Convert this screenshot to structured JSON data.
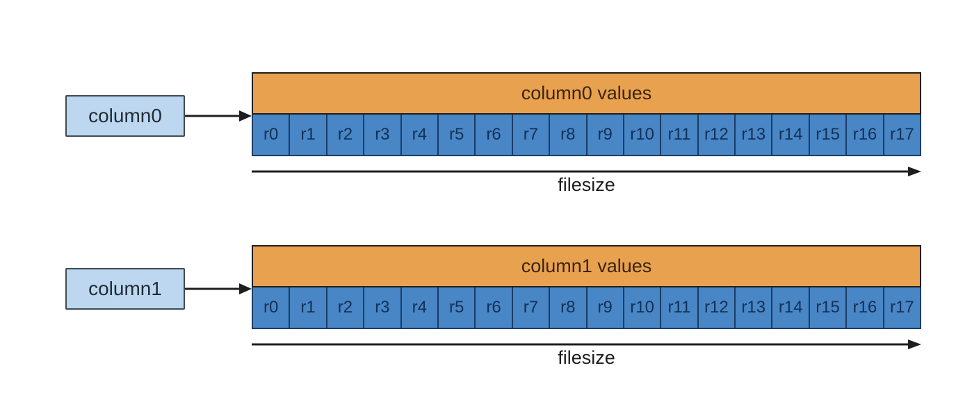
{
  "diagram": {
    "background": "#ffffff",
    "colors": {
      "background": "#ffffff",
      "label_box_fill": "#bdd7f0",
      "label_box_border": "#3f4a54",
      "label_text": "#212c36",
      "header_fill": "#e8a14f",
      "header_border": "#1f1f1f",
      "header_text": "#3b2409",
      "cell_fill": "#4886c6",
      "cell_border": "#1b3c66",
      "cell_text": "#123056",
      "arrow": "#1e1e1e"
    },
    "blocks": [
      {
        "label": "column0",
        "header": "column0 values",
        "cells": [
          "r0",
          "r1",
          "r2",
          "r3",
          "r4",
          "r5",
          "r6",
          "r7",
          "r8",
          "r9",
          "r10",
          "r11",
          "r12",
          "r13",
          "r14",
          "r15",
          "r16",
          "r17"
        ],
        "axis_label": "filesize"
      },
      {
        "label": "column1",
        "header": "column1 values",
        "cells": [
          "r0",
          "r1",
          "r2",
          "r3",
          "r4",
          "r5",
          "r6",
          "r7",
          "r8",
          "r9",
          "r10",
          "r11",
          "r12",
          "r13",
          "r14",
          "r15",
          "r16",
          "r17"
        ],
        "axis_label": "filesize"
      }
    ]
  }
}
